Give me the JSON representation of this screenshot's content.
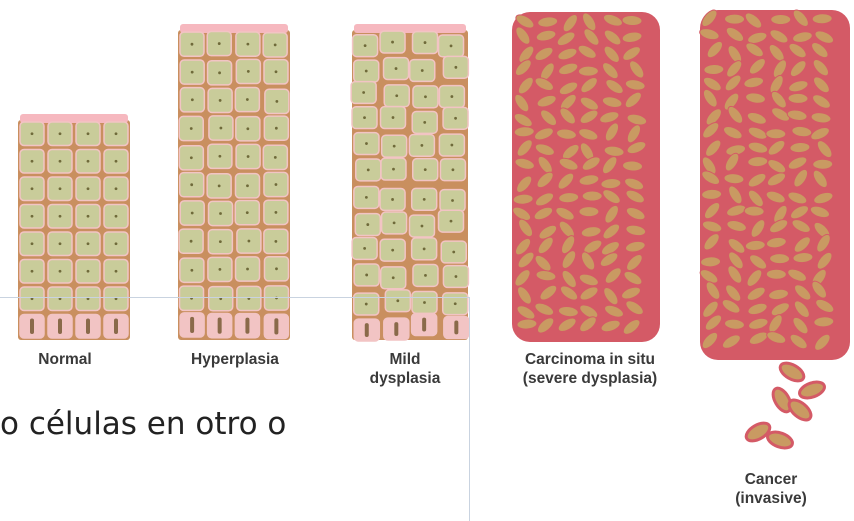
{
  "diagram": {
    "stages": [
      {
        "id": "normal",
        "label_lines": [
          "Normal"
        ]
      },
      {
        "id": "hyperplasia",
        "label_lines": [
          "Hyperplasia"
        ]
      },
      {
        "id": "mild-dysplasia",
        "label_lines": [
          "Mild",
          "dysplasia"
        ]
      },
      {
        "id": "carcinoma-in-situ",
        "label_lines": [
          "Carcinoma in situ",
          "(severe dysplasia)"
        ]
      },
      {
        "id": "cancer-invasive",
        "label_lines": [
          "Cancer",
          "(invasive)"
        ]
      }
    ],
    "colors": {
      "cell_border": "#c98f5f",
      "cell_fill": "#c9cc9a",
      "cell_edge_pink": "#f2c4c4",
      "surface_layer": "#f6b8bf",
      "malignant_matrix": "#d45a66",
      "malignant_nucleus": "#c99a62",
      "label_text": "#3a3a3a"
    }
  },
  "slide_text": "o células en otro o"
}
